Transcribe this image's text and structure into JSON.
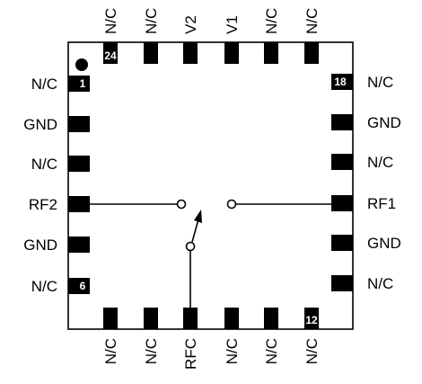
{
  "pins": {
    "top": [
      {
        "label": "N/C",
        "num": "24"
      },
      {
        "label": "N/C",
        "num": ""
      },
      {
        "label": "V2",
        "num": ""
      },
      {
        "label": "V1",
        "num": ""
      },
      {
        "label": "N/C",
        "num": ""
      },
      {
        "label": "N/C",
        "num": ""
      }
    ],
    "left": [
      {
        "label": "N/C",
        "num": "1"
      },
      {
        "label": "GND",
        "num": ""
      },
      {
        "label": "N/C",
        "num": ""
      },
      {
        "label": "RF2",
        "num": ""
      },
      {
        "label": "GND",
        "num": ""
      },
      {
        "label": "N/C",
        "num": "6"
      }
    ],
    "right": [
      {
        "label": "N/C",
        "num": "18"
      },
      {
        "label": "GND",
        "num": ""
      },
      {
        "label": "N/C",
        "num": ""
      },
      {
        "label": "RF1",
        "num": ""
      },
      {
        "label": "GND",
        "num": ""
      },
      {
        "label": "N/C",
        "num": ""
      }
    ],
    "bottom": [
      {
        "label": "N/C",
        "num": ""
      },
      {
        "label": "N/C",
        "num": ""
      },
      {
        "label": "RFC",
        "num": ""
      },
      {
        "label": "N/C",
        "num": ""
      },
      {
        "label": "N/C",
        "num": ""
      },
      {
        "label": "N/C",
        "num": "12"
      }
    ]
  },
  "colors": {
    "line": "#000000",
    "background": "#ffffff",
    "pin_number_text": "#ffffff"
  }
}
